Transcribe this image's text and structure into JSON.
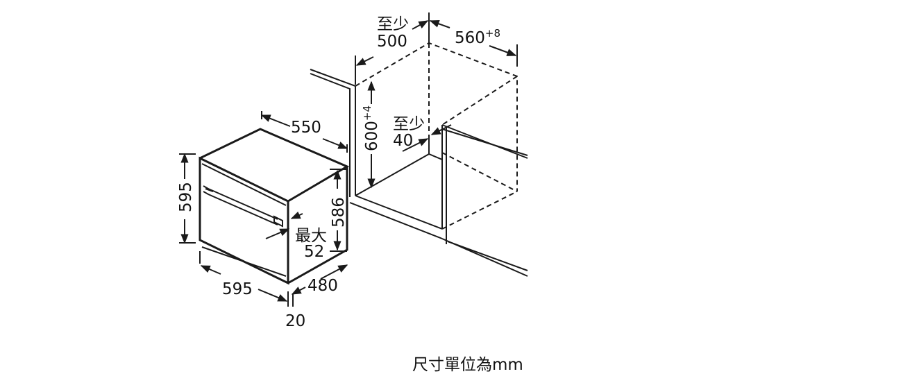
{
  "labels": {
    "oven_depth": "550",
    "oven_height": "595",
    "oven_width": "595",
    "oven_body_height": "586",
    "oven_body_depth": "480",
    "front_projection": "20",
    "handle_max_line1": "最大",
    "handle_max_line2": "52",
    "niche_depth_line1": "至少",
    "niche_depth_line2": "500",
    "niche_width": "560",
    "niche_width_tol": "+8",
    "niche_height": "600",
    "niche_height_tol": "+4",
    "side_gap_line1": "至少",
    "side_gap_line2": "40"
  },
  "caption": "尺寸單位為mm"
}
